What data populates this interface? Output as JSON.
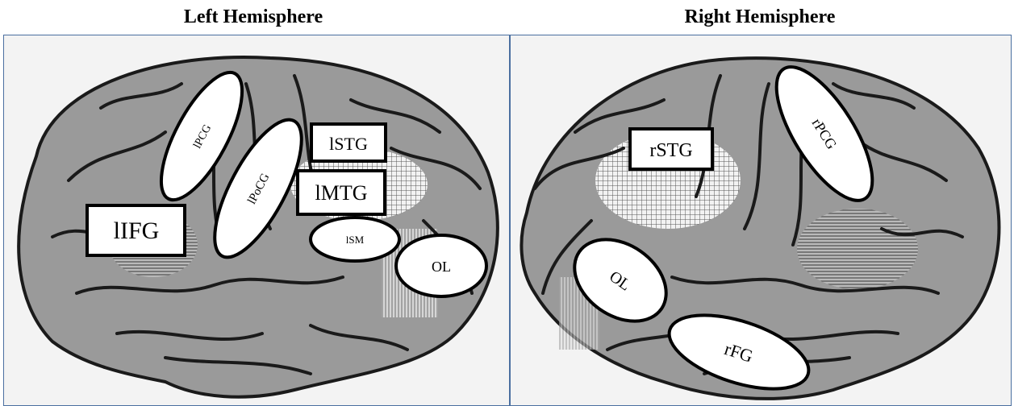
{
  "left": {
    "title": "Left Hemisphere",
    "labels": {
      "lPCG": "lPCG",
      "lPoCG": "lPoCG",
      "lSTG": "lSTG",
      "lMTG": "lMTG",
      "lIFG": "lIFG",
      "lSM": "lSM",
      "OL": "OL"
    }
  },
  "right": {
    "title": "Right Hemisphere",
    "labels": {
      "rSTG": "rSTG",
      "rPCG": "rPCG",
      "OL": "OL",
      "rFG": "rFG"
    }
  },
  "colors": {
    "brain_fill": "#9a9a9a",
    "sulcus": "#1a1a1a",
    "panel_border": "#4a6fa0",
    "background": "#f3f3f3"
  }
}
